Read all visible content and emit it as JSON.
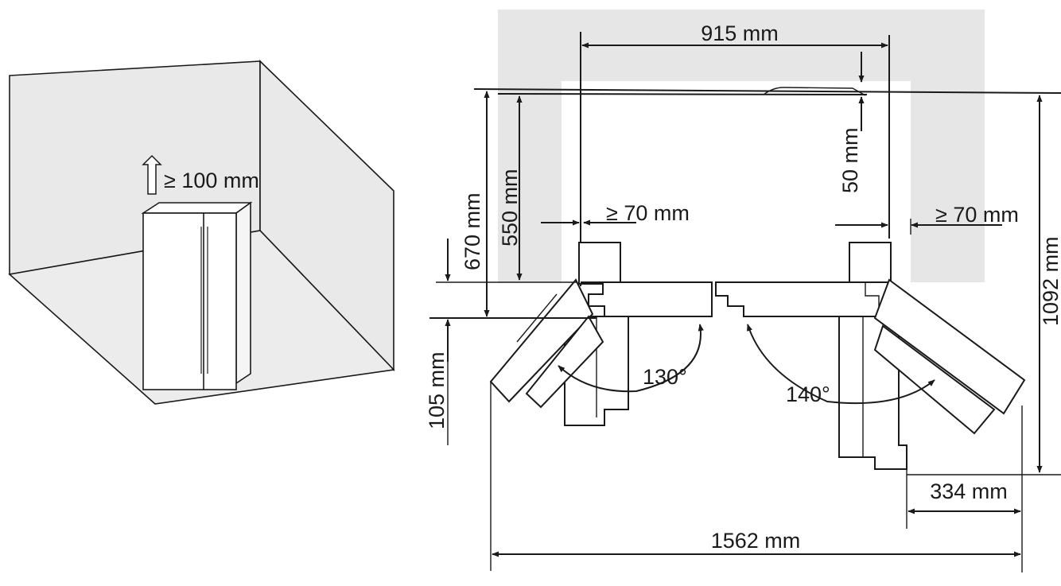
{
  "labels": {
    "top_clearance": "≥ 100 mm",
    "width": "915 mm",
    "depth_670": "670 mm",
    "depth_550": "550 mm",
    "gap_50": "50 mm",
    "side_left": "≥ 70 mm",
    "side_right": "≥ 70 mm",
    "total_depth": "1092 mm",
    "offset_105": "105 mm",
    "angle_left": "130°",
    "angle_right": "140°",
    "door_334": "334 mm",
    "total_width": "1562 mm"
  },
  "colors": {
    "line": "#1a1a1a",
    "shade": "#e6e6e6",
    "room_wall": "#e9e9e9"
  }
}
